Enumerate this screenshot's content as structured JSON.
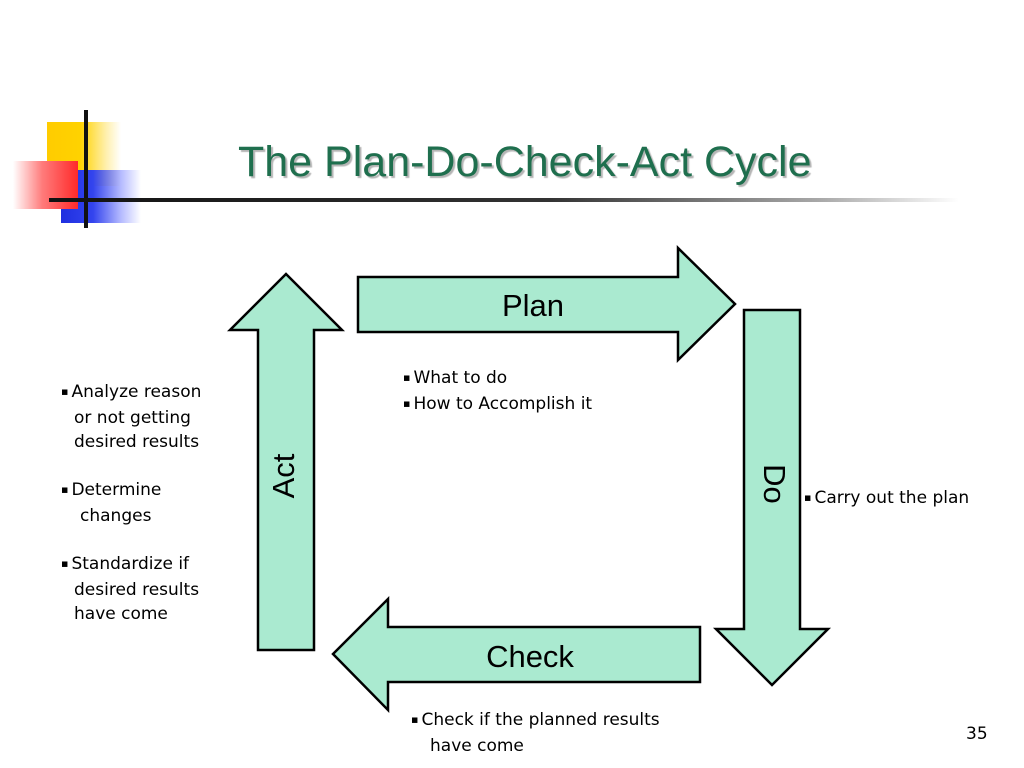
{
  "title": "The Plan-Do-Check-Act Cycle",
  "page_number": "35",
  "colors": {
    "title": "#1f6f4e",
    "arrow_fill": "#aaead0",
    "deco_yellow": "#ffcc00",
    "deco_red": "#ff2a2a",
    "deco_blue": "#1f2fe0"
  },
  "bullet_glyph": "▪",
  "cycle": {
    "plan": "Plan",
    "do": "Do",
    "check": "Check",
    "act": "Act"
  },
  "notes": {
    "plan": [
      "What to do",
      "How to Accomplish it"
    ],
    "do": [
      "Carry out the plan"
    ],
    "check": {
      "line1": "Check if the planned results",
      "line2": "have come"
    },
    "act": {
      "analyze": {
        "line1": "Analyze reason",
        "line2": "or not getting",
        "line3": "desired results"
      },
      "determine": {
        "line1": "Determine",
        "line2": "changes"
      },
      "standardize": {
        "line1": "Standardize if",
        "line2": "desired results",
        "line3": "have come"
      }
    }
  }
}
